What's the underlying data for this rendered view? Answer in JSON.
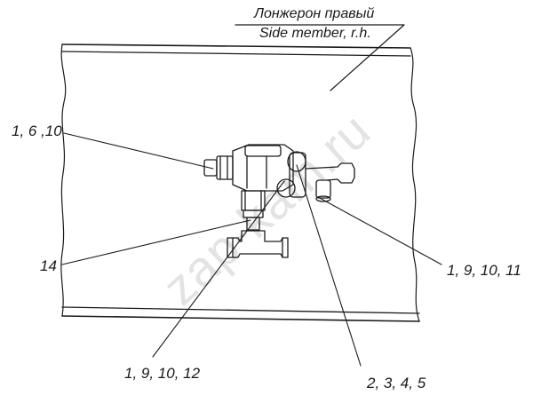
{
  "header": {
    "title_ru": "Лонжерон правый",
    "title_en": "Side member, r.h."
  },
  "callouts": {
    "upper_left": "1, 6 ,10",
    "left_lower": "14",
    "right": "1, 9, 10, 11",
    "bottom_left": "1, 9, 10, 12",
    "bottom_right": "2, 3, 4, 5"
  },
  "watermark": "zap-kam.ru",
  "colors": {
    "ink": "#1a1a1a",
    "paper": "#ffffff"
  }
}
